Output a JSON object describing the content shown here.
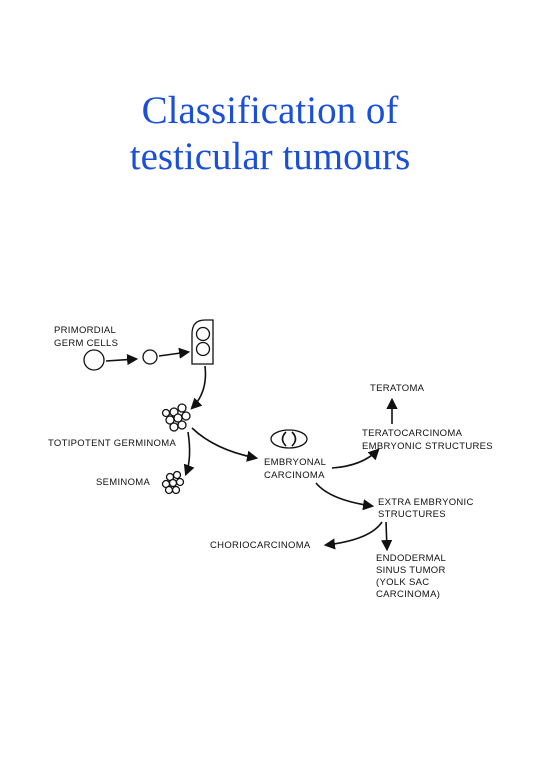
{
  "title": {
    "line1": "Classification of",
    "line2": "testicular tumours"
  },
  "diagram": {
    "labels": {
      "primordial_line1": "PRIMORDIAL",
      "primordial_line2": "GERM CELLS",
      "teratoma": "TERATOMA",
      "teratocarcinoma_line1": "TERATOCARCINOMA",
      "teratocarcinoma_line2": "EMBRYONIC STRUCTURES",
      "totipotent": "TOTIPOTENT GERMINOMA",
      "embryonal_line1": "EMBRYONAL",
      "embryonal_line2": "CARCINOMA",
      "seminoma": "SEMINOMA",
      "extra_line1": "EXTRA EMBRYONIC",
      "extra_line2": "STRUCTURES",
      "choriocarcinoma": "CHORIOCARCINOMA",
      "endodermal_line1": "ENDODERMAL",
      "endodermal_line2": "SINUS TUMOR",
      "endodermal_line3": "(YOLK SAC",
      "endodermal_line4": "CARCINOMA)"
    }
  }
}
